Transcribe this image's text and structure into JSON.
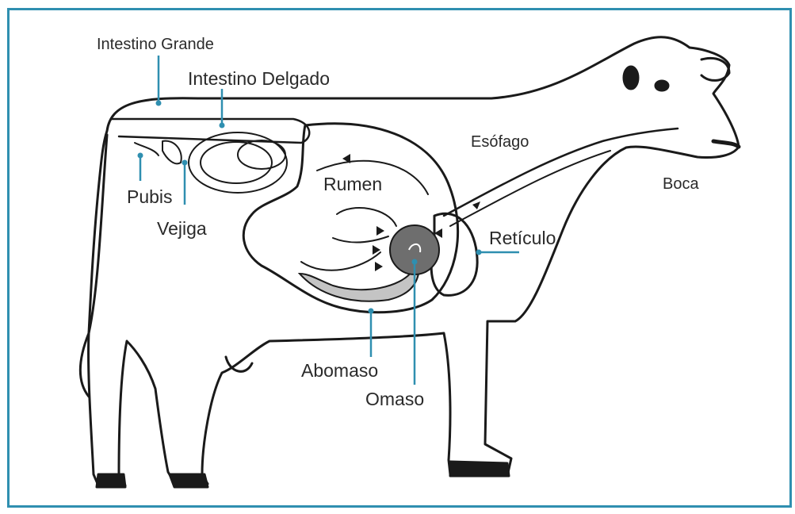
{
  "colors": {
    "frame": "#2f8fb0",
    "leader": "#2f8fb0",
    "outline": "#1a1a1a",
    "omaso": "#6e6e6e",
    "abomaso": "#c4c4c4"
  },
  "labels": {
    "intestino_grande": "Intestino Grande",
    "intestino_delgado": "Intestino Delgado",
    "esofago": "Esófago",
    "boca": "Boca",
    "rumen": "Rumen",
    "pubis": "Pubis",
    "vejiga": "Vejiga",
    "reticulo": "Retículo",
    "abomaso": "Abomaso",
    "omaso": "Omaso"
  }
}
